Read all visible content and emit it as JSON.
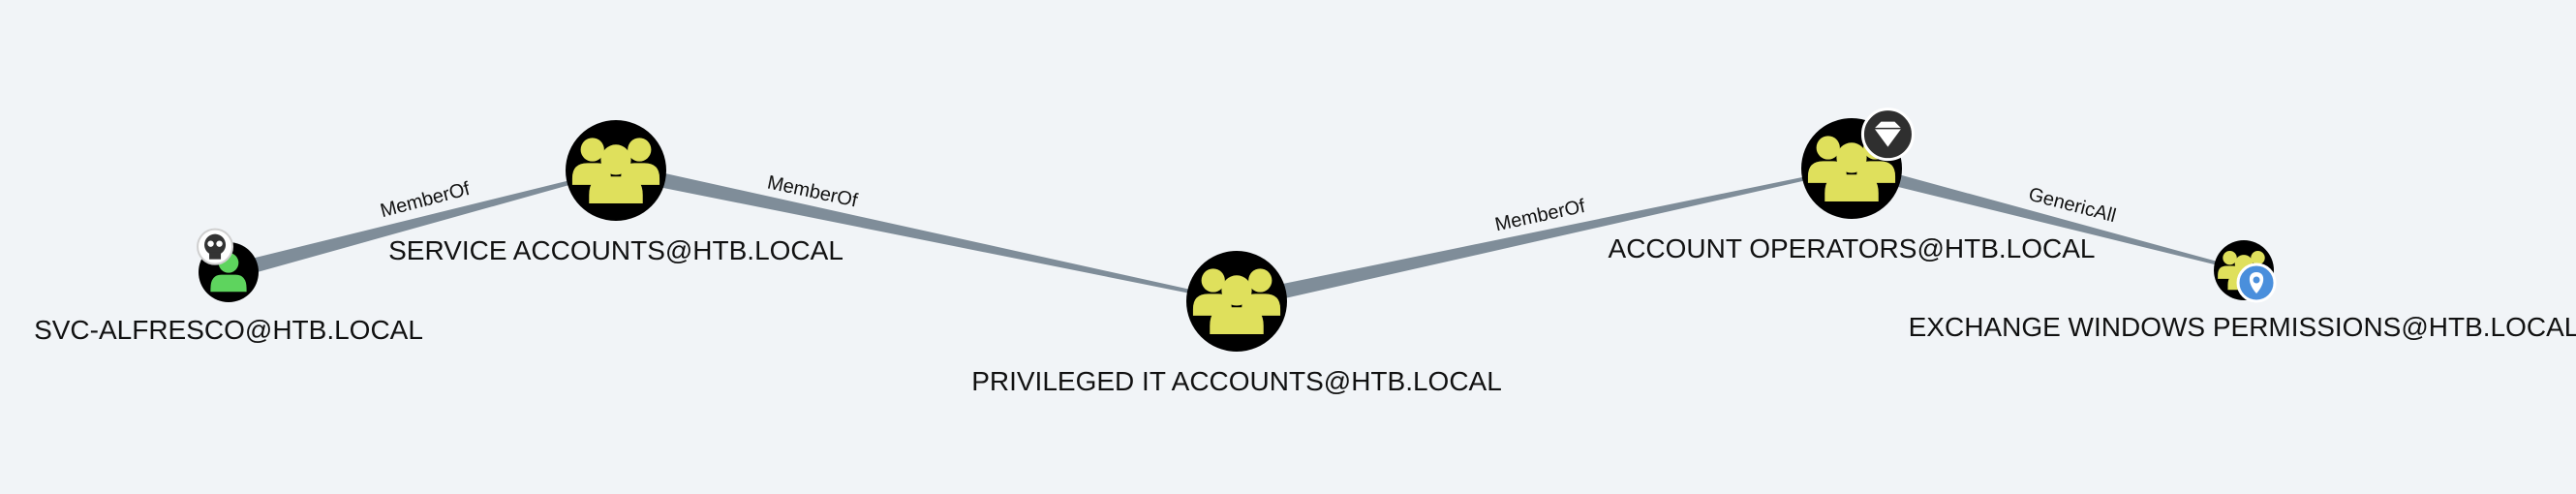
{
  "graph": {
    "colors": {
      "background": "#f1f4f7",
      "edge": "#7f8d99",
      "node_fill": "#000000",
      "group_icon": "#dfe05c",
      "user_icon": "#5ed45e",
      "owned_badge": "#333333",
      "highvalue_badge": "#2f2f2f",
      "target_badge": "#4a8fdc"
    },
    "nodes": [
      {
        "id": "svc",
        "kind": "user",
        "label": "SVC-ALFRESCO@HTB.LOCAL",
        "badge": "skull-icon"
      },
      {
        "id": "sa",
        "kind": "group",
        "label": "SERVICE ACCOUNTS@HTB.LOCAL",
        "badge": ""
      },
      {
        "id": "pit",
        "kind": "group",
        "label": "PRIVILEGED IT ACCOUNTS@HTB.LOCAL",
        "badge": ""
      },
      {
        "id": "ao",
        "kind": "group",
        "label": "ACCOUNT OPERATORS@HTB.LOCAL",
        "badge": "diamond-icon"
      },
      {
        "id": "ewp",
        "kind": "group",
        "label": "EXCHANGE WINDOWS PERMISSIONS@HTB.LOCAL",
        "badge": "map-pin-icon"
      }
    ],
    "edges": [
      {
        "from": "svc",
        "to": "sa",
        "label": "MemberOf"
      },
      {
        "from": "sa",
        "to": "pit",
        "label": "MemberOf"
      },
      {
        "from": "pit",
        "to": "ao",
        "label": "MemberOf"
      },
      {
        "from": "ao",
        "to": "ewp",
        "label": "GenericAll"
      }
    ]
  }
}
